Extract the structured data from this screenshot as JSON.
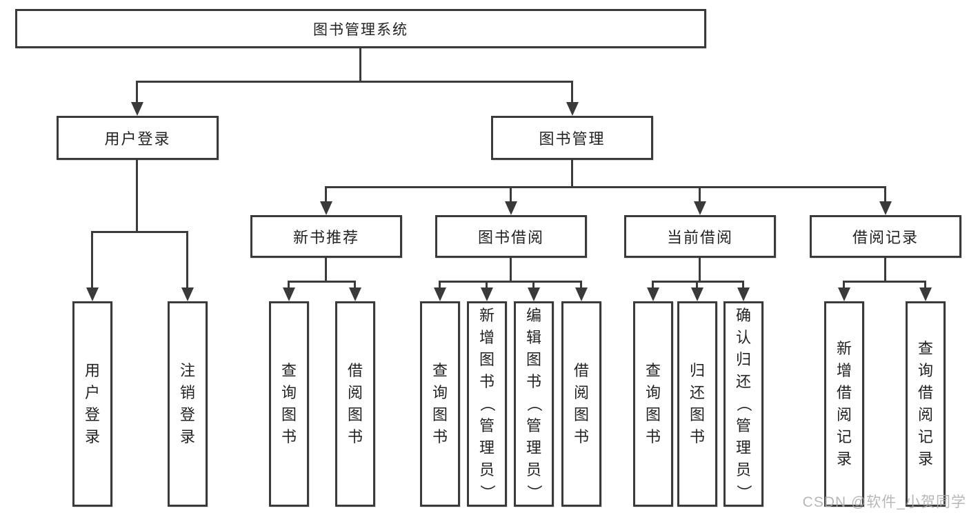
{
  "tree": {
    "root": {
      "label": "图书管理系统"
    },
    "branches": [
      {
        "label": "用户登录",
        "leaves": [
          "用户登录",
          "注销登录"
        ]
      },
      {
        "label": "图书管理",
        "children": [
          {
            "label": "新书推荐",
            "leaves": [
              "查询图书",
              "借阅图书"
            ]
          },
          {
            "label": "图书借阅",
            "leaves": [
              "查询图书",
              "新增图书（管理员）",
              "编辑图书（管理员）",
              "借阅图书"
            ]
          },
          {
            "label": "当前借阅",
            "leaves": [
              "查询图书",
              "归还图书",
              "确认归还（管理员）"
            ]
          },
          {
            "label": "借阅记录",
            "leaves": [
              "新增借阅记录",
              "查询借阅记录"
            ]
          }
        ]
      }
    ]
  },
  "watermark": "CSDN @软件_小贺同学",
  "colors": {
    "line": "#3a3a3a",
    "text": "#222222",
    "watermark": "#ababab",
    "background": "#ffffff"
  }
}
